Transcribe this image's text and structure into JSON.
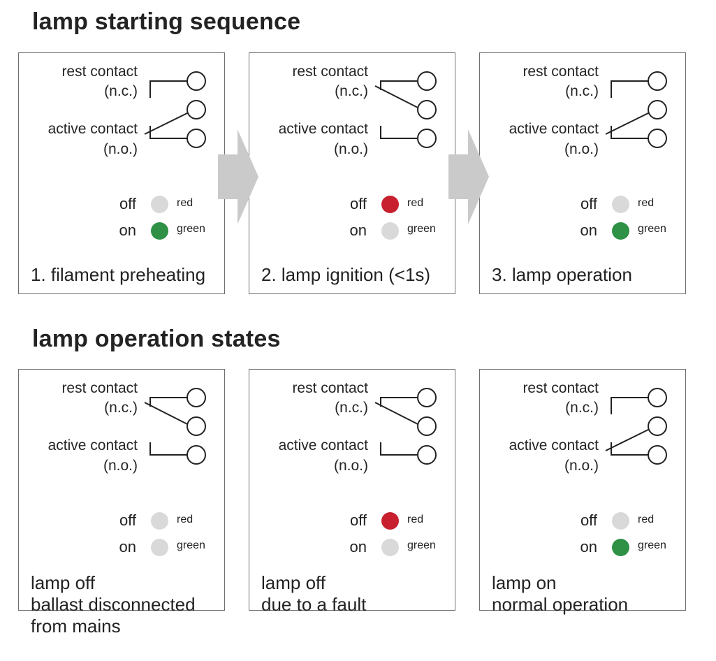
{
  "sections": [
    {
      "title": "lamp starting sequence",
      "panels": [
        {
          "rest_label": "rest contact",
          "rest_sub": "(n.c.)",
          "active_label": "active contact",
          "active_sub": "(n.o.)",
          "off_label": "off",
          "on_label": "on",
          "red_label": "red",
          "green_label": "green",
          "switch_position": "active",
          "red_led": "off",
          "green_led": "on",
          "caption": [
            "1. filament preheating"
          ]
        },
        {
          "rest_label": "rest contact",
          "rest_sub": "(n.c.)",
          "active_label": "active contact",
          "active_sub": "(n.o.)",
          "off_label": "off",
          "on_label": "on",
          "red_label": "red",
          "green_label": "green",
          "switch_position": "rest",
          "red_led": "on",
          "green_led": "off",
          "caption": [
            "2. lamp ignition (<1s)"
          ]
        },
        {
          "rest_label": "rest contact",
          "rest_sub": "(n.c.)",
          "active_label": "active contact",
          "active_sub": "(n.o.)",
          "off_label": "off",
          "on_label": "on",
          "red_label": "red",
          "green_label": "green",
          "switch_position": "active",
          "red_led": "off",
          "green_led": "on",
          "caption": [
            "3. lamp operation"
          ]
        }
      ]
    },
    {
      "title": "lamp operation states",
      "panels": [
        {
          "rest_label": "rest contact",
          "rest_sub": "(n.c.)",
          "active_label": "active contact",
          "active_sub": "(n.o.)",
          "off_label": "off",
          "on_label": "on",
          "red_label": "red",
          "green_label": "green",
          "switch_position": "rest",
          "red_led": "off",
          "green_led": "off",
          "caption": [
            "lamp off",
            "ballast disconnected",
            "from mains"
          ]
        },
        {
          "rest_label": "rest contact",
          "rest_sub": "(n.c.)",
          "active_label": "active contact",
          "active_sub": "(n.o.)",
          "off_label": "off",
          "on_label": "on",
          "red_label": "red",
          "green_label": "green",
          "switch_position": "rest",
          "red_led": "on",
          "green_led": "off",
          "caption": [
            "lamp off",
            "due to a fault"
          ]
        },
        {
          "rest_label": "rest contact",
          "rest_sub": "(n.c.)",
          "active_label": "active contact",
          "active_sub": "(n.o.)",
          "off_label": "off",
          "on_label": "on",
          "red_label": "red",
          "green_label": "green",
          "switch_position": "active",
          "red_led": "off",
          "green_led": "on",
          "caption": [
            "lamp on",
            "normal operation"
          ]
        }
      ]
    }
  ],
  "colors": {
    "led_red": "#c8202e",
    "led_green": "#2e9146",
    "led_inactive": "#d9d9d9",
    "arrow": "#c9cac9",
    "line": "#222222"
  }
}
